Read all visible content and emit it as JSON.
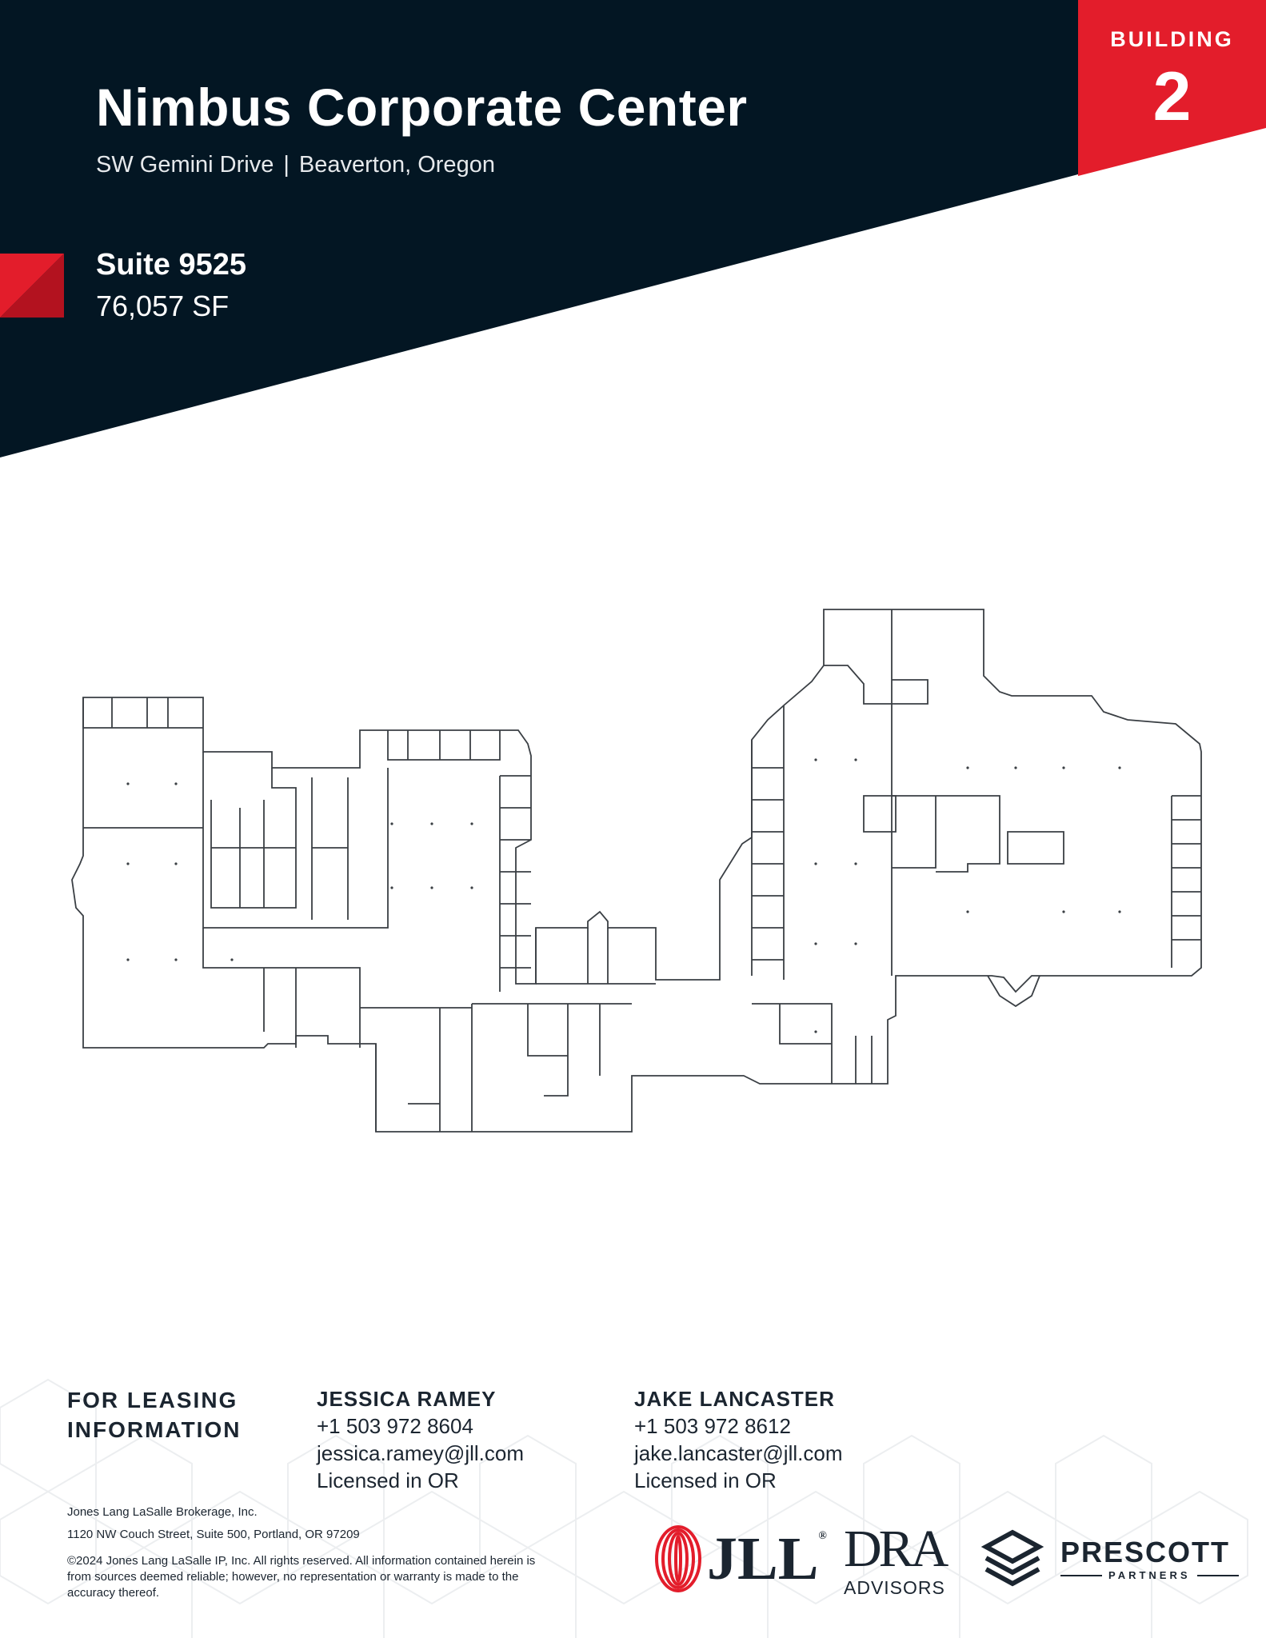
{
  "header": {
    "title": "Nimbus Corporate Center",
    "street": "SW Gemini Drive",
    "separator": "|",
    "city": "Beaverton, Oregon",
    "suite": "Suite 9525",
    "area": "76,057 SF",
    "building_label": "BUILDING",
    "building_number": "2"
  },
  "colors": {
    "navy": "#031623",
    "red": "#e31d2b",
    "dark_red": "#b3121f",
    "plan_line": "#3a3f44"
  },
  "leasing": {
    "heading_line1": "FOR LEASING",
    "heading_line2": "INFORMATION",
    "contacts": [
      {
        "name": "JESSICA RAMEY",
        "phone": "+1 503 972 8604",
        "email": "jessica.ramey@jll.com",
        "license": "Licensed in OR"
      },
      {
        "name": "JAKE LANCASTER",
        "phone": "+1 503 972 8612",
        "email": "jake.lancaster@jll.com",
        "license": "Licensed in OR"
      }
    ]
  },
  "footer": {
    "company": "Jones Lang LaSalle Brokerage, Inc.",
    "address": "1120 NW Couch Street, Suite 500, Portland, OR  97209",
    "disclaimer_line1": "©2024 Jones Lang LaSalle IP, Inc. All rights reserved. All information contained herein is",
    "disclaimer_line2": "from sources deemed reliable; however, no representation or warranty is made to the",
    "disclaimer_line3": "accuracy thereof."
  },
  "logos": {
    "jll": {
      "text": "JLL",
      "mark": "®",
      "icon": "jll-logo-icon"
    },
    "dra": {
      "text": "DRA",
      "sub": "ADVISORS"
    },
    "prescott": {
      "text": "PRESCOTT",
      "sub": "PARTNERS",
      "icon": "prescott-logo-icon"
    }
  }
}
